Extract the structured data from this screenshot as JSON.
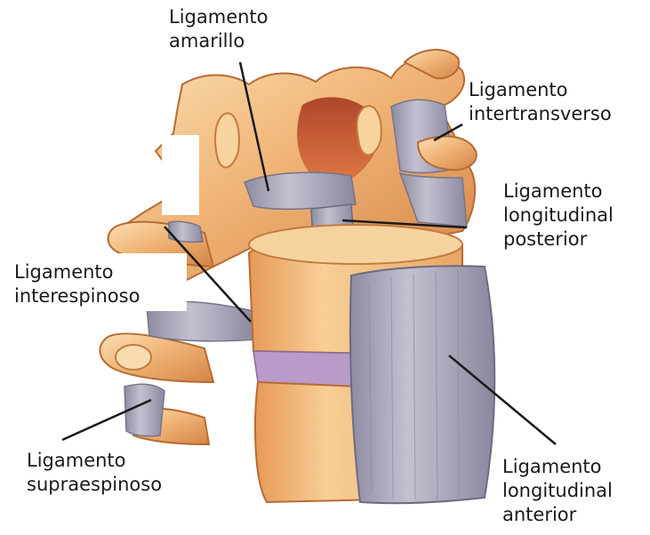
{
  "labels": {
    "amarillo": [
      "Ligamento",
      "amarillo"
    ],
    "intertransverso": [
      "Ligamento",
      "intertransverso"
    ],
    "longitudinal_posterior": [
      "Ligamento",
      "longitudinal",
      "posterior"
    ],
    "interespinoso": [
      "Ligamento",
      "interespinoso"
    ],
    "supraespinoso": [
      "Ligamento",
      "supraespinoso"
    ],
    "longitudinal_anterior": [
      "Ligamento",
      "longitudinal",
      "anterior"
    ]
  },
  "colors": {
    "bone_light": "#f6c98f",
    "bone_mid": "#eaa262",
    "bone_dark": "#c8743a",
    "ligament": "#a9a7b8",
    "ligament_dark": "#7f7c93",
    "disc": "#b89ac6",
    "leader_line": "#1a1a1a"
  }
}
